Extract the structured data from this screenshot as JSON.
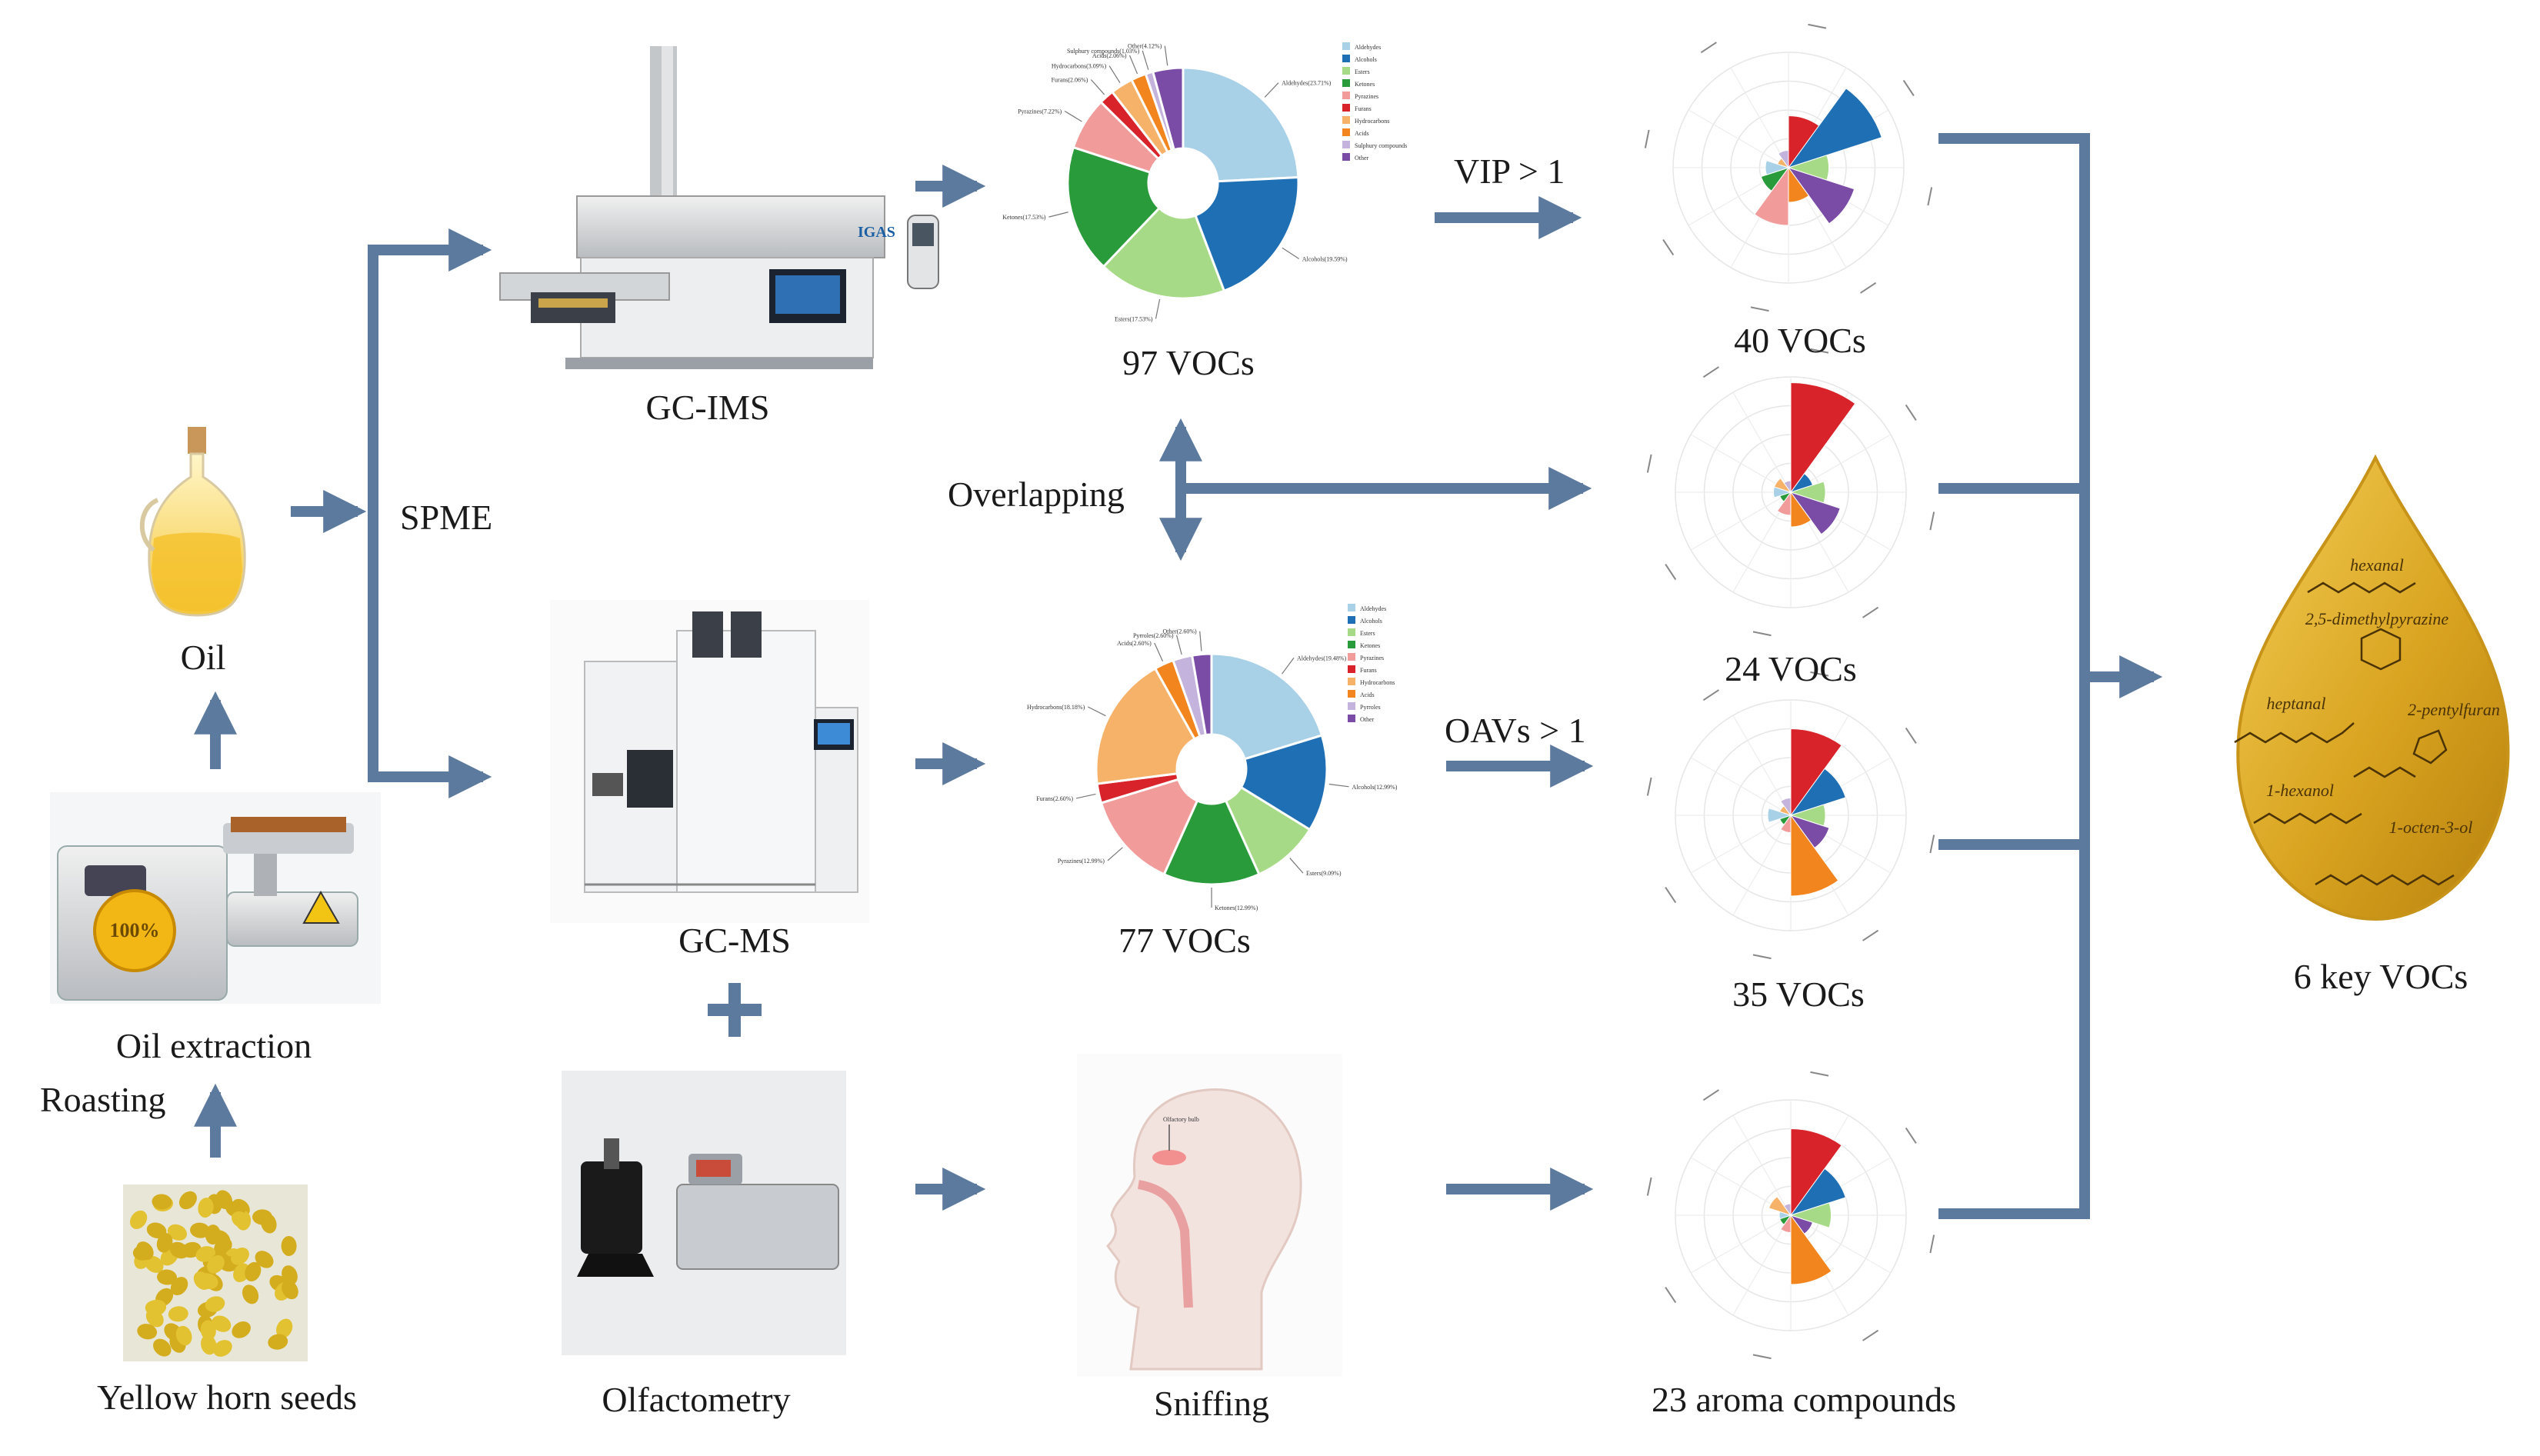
{
  "labels": {
    "seeds": "Yellow horn seeds",
    "roasting": "Roasting",
    "oil_extraction": "Oil extraction",
    "oil": "Oil",
    "spme": "SPME",
    "gcims": "GC-IMS",
    "gcms": "GC-MS",
    "olfactometry": "Olfactometry",
    "sniffing": "Sniffing",
    "overlapping": "Overlapping",
    "vip": "VIP > 1",
    "oav": "OAVs > 1",
    "vocs_97": "97 VOCs",
    "vocs_77": "77 VOCs",
    "vocs_40": "40 VOCs",
    "vocs_24": "24 VOCs",
    "vocs_35": "35 VOCs",
    "aroma_23": "23 aroma compounds",
    "key_6": "6  key VOCs",
    "gcims_brand": "IGAS",
    "olfactory_bulb": "Olfactory bulb"
  },
  "key_compounds": {
    "c1": "hexanal",
    "c2": "2,5-dimethylpyrazine",
    "c3": "heptanal",
    "c4": "2-pentylfuran",
    "c5": "1-hexanol",
    "c6": "1-octen-3-ol"
  },
  "colors": {
    "arrow": "#5b7a9e",
    "drop": "#d9a420",
    "aldehydes": "#a8d0e6",
    "alcohols": "#1f6fb4",
    "esters": "#a6da86",
    "ketones": "#2a9b3a",
    "pyrazines": "#f19b9b",
    "furans": "#d8232a",
    "hydrocarbons": "#f7b26a",
    "acids": "#f2851e",
    "sulphur": "#c4b3dc",
    "other": "#7a4ca6"
  },
  "chart_data": [
    {
      "type": "pie",
      "name": "GC-IMS donut",
      "categories": [
        "Aldehydes",
        "Alcohols",
        "Esters",
        "Ketones",
        "Pyrazines",
        "Furans",
        "Hydrocarbons",
        "Acids",
        "Sulphury compounds",
        "Other"
      ],
      "values": [
        23.71,
        19.59,
        17.53,
        17.53,
        7.22,
        2.06,
        3.09,
        2.06,
        1.03,
        4.12
      ],
      "slice_labels": [
        "Aldehydes(23.71%)",
        "Alcohols(19.59%)",
        "Esters(17.53%)",
        "Ketones(17.53%)",
        "Pyrazines(7.22%)",
        "Furans(2.06%)",
        "Hydrocarbons(3.09%)",
        "Acids(2.06%)",
        "Sulphury compounds(1.03%)",
        "Other(4.12%)"
      ]
    },
    {
      "type": "pie",
      "name": "GC-MS donut",
      "categories": [
        "Aldehydes",
        "Alcohols",
        "Esters",
        "Ketones",
        "Pyrazines",
        "Furans",
        "Hydrocarbons",
        "Acids",
        "Pyrroles",
        "Other"
      ],
      "values": [
        19.48,
        12.99,
        9.09,
        12.99,
        12.99,
        2.6,
        18.18,
        2.6,
        2.6,
        2.6
      ],
      "slice_labels": [
        "Aldehydes(19.48%)",
        "Alcohols(12.99%)",
        "Esters(9.09%)",
        "Ketones(12.99%)",
        "Pyrazines(12.99%)",
        "Furans(2.60%)",
        "Hydrocarbons(18.18%)",
        "Acids(2.60%)",
        "Pyrroles(2.60%)",
        "Other(2.60%)"
      ]
    },
    {
      "type": "radar-rose",
      "name": "40 VOCs rose",
      "series": [
        {
          "values": [
            0.45,
            0.85,
            0.35,
            0.6,
            0.3,
            0.5,
            0.25,
            0.2,
            0.1,
            0.15
          ]
        }
      ]
    },
    {
      "type": "radar-rose",
      "name": "24 VOCs rose",
      "series": [
        {
          "values": [
            0.95,
            0.2,
            0.3,
            0.45,
            0.3,
            0.2,
            0.1,
            0.15,
            0.15,
            0.1
          ]
        }
      ]
    },
    {
      "type": "radar-rose",
      "name": "35 VOCs rose",
      "series": [
        {
          "values": [
            0.75,
            0.5,
            0.3,
            0.35,
            0.7,
            0.15,
            0.1,
            0.2,
            0.1,
            0.15
          ]
        }
      ]
    },
    {
      "type": "radar-rose",
      "name": "23 aroma compounds rose",
      "series": [
        {
          "values": [
            0.75,
            0.5,
            0.35,
            0.2,
            0.6,
            0.15,
            0.1,
            0.1,
            0.2,
            0.1
          ]
        }
      ]
    }
  ]
}
